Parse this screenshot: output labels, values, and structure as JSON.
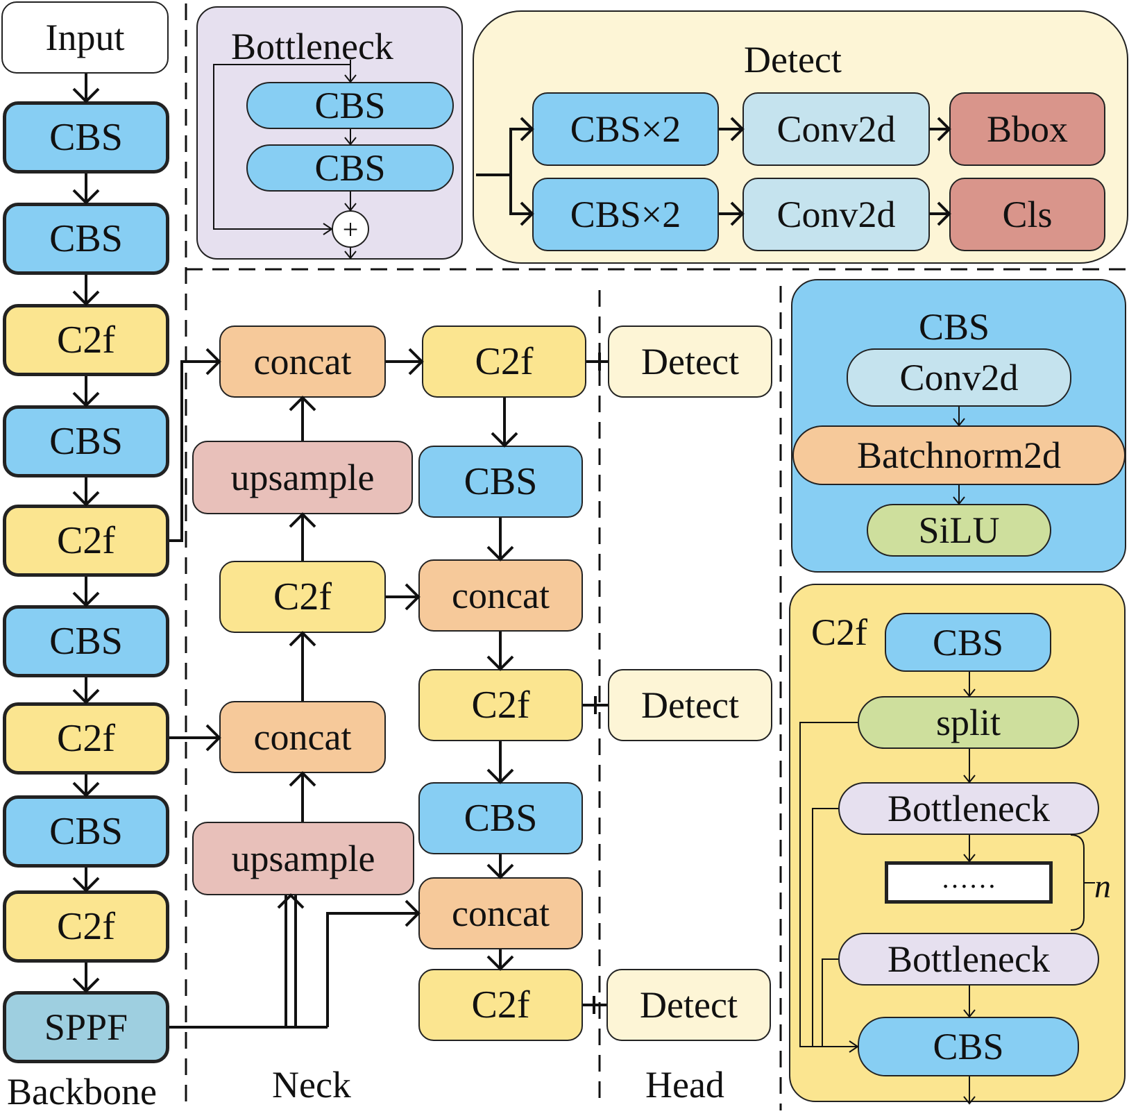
{
  "diagram": {
    "backbone": {
      "label": "Backbone",
      "input": "Input",
      "blocks": [
        "CBS",
        "CBS",
        "C2f",
        "CBS",
        "C2f",
        "CBS",
        "C2f",
        "CBS",
        "C2f",
        "SPPF"
      ]
    },
    "neck": {
      "label": "Neck",
      "concat_top": "concat",
      "upsample_top": "upsample",
      "c2f_mid": "C2f",
      "concat_mid": "concat",
      "upsample_bottom": "upsample",
      "c2f_out_1": "C2f",
      "cbs_1": "CBS",
      "concat_2": "concat",
      "c2f_out_2": "C2f",
      "cbs_2": "CBS",
      "concat_3": "concat",
      "c2f_out_3": "C2f"
    },
    "head": {
      "label": "Head",
      "detects": [
        "Detect",
        "Detect",
        "Detect"
      ]
    },
    "bottleneck_panel": {
      "title": "Bottleneck",
      "blocks": [
        "CBS",
        "CBS"
      ],
      "add_symbol": "+"
    },
    "detect_panel": {
      "title": "Detect",
      "rows": [
        {
          "cbs": "CBS×2",
          "conv": "Conv2d",
          "out": "Bbox"
        },
        {
          "cbs": "CBS×2",
          "conv": "Conv2d",
          "out": "Cls"
        }
      ]
    },
    "cbs_panel": {
      "title": "CBS",
      "layers": [
        "Conv2d",
        "Batchnorm2d",
        "SiLU"
      ]
    },
    "c2f_panel": {
      "title": "C2f",
      "cbs_top": "CBS",
      "split": "split",
      "bottleneck_1": "Bottleneck",
      "ellipsis": "……",
      "repeat_label": "n",
      "bottleneck_2": "Bottleneck",
      "cbs_bottom": "CBS"
    }
  },
  "colors": {
    "cbs": "#87cef3",
    "c2f": "#fbe590",
    "concat": "#f6c99a",
    "upsample": "#e8c0ba",
    "conv2d": "#c5e3ee",
    "bbox_cls": "#d9958b",
    "bottleneck": "#e6e0ef",
    "silu_split": "#cedf9d",
    "detect_head": "#fdf5d6",
    "sppf": "#9ecfe0",
    "cbs_panel_bg": "#87cef3",
    "c2f_panel_bg": "#fbe590",
    "detect_panel_bg": "#fdf5d6",
    "bottleneck_panel_bg": "#e6e0ef"
  }
}
